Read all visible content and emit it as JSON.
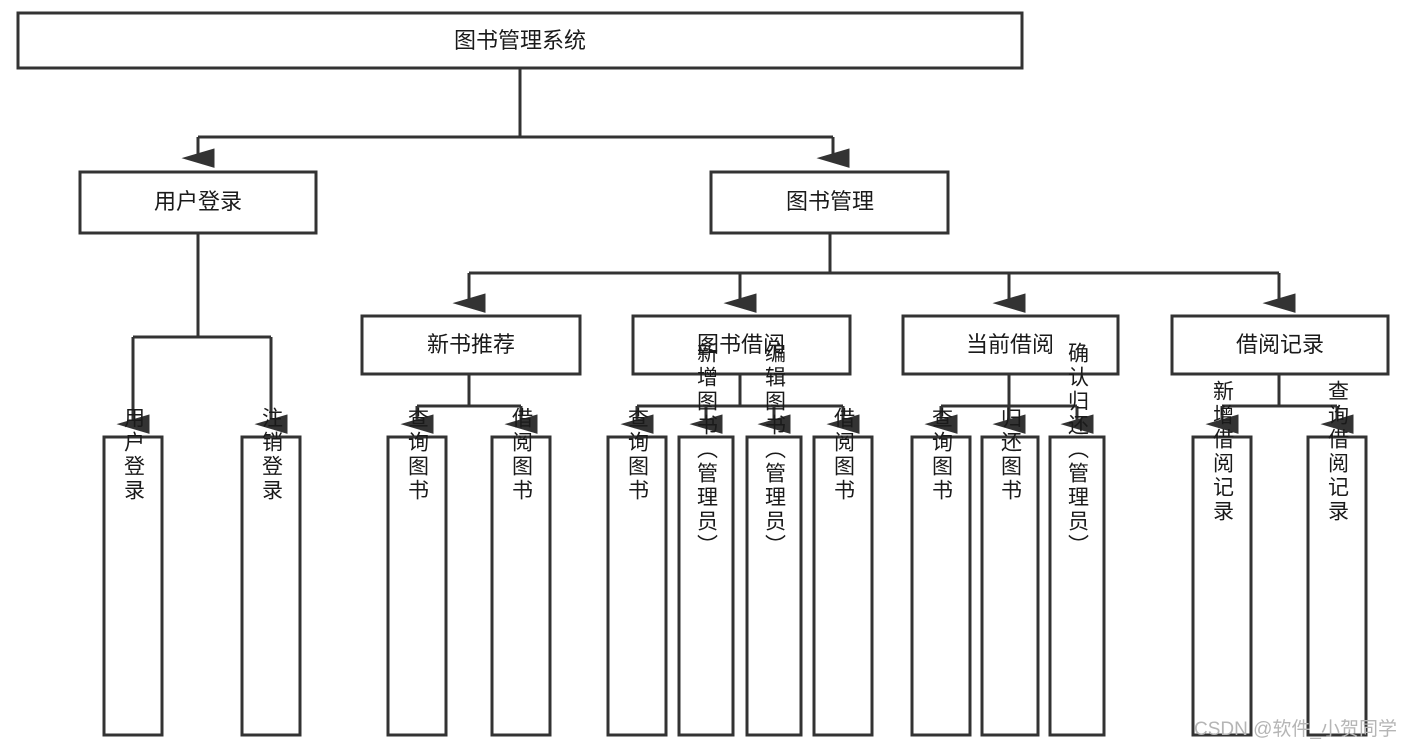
{
  "diagram": {
    "type": "tree",
    "title": "图书管理系统",
    "root": {
      "label": "图书管理系统"
    },
    "level1": [
      {
        "label": "用户登录"
      },
      {
        "label": "图书管理"
      }
    ],
    "level2": [
      {
        "label": "新书推荐"
      },
      {
        "label": "图书借阅"
      },
      {
        "label": "当前借阅"
      },
      {
        "label": "借阅记录"
      }
    ],
    "leaves": {
      "user_login": [
        {
          "label": "用户登录"
        },
        {
          "label": "注销登录"
        }
      ],
      "new_book_recommend": [
        {
          "label": "查询图书"
        },
        {
          "label": "借阅图书"
        }
      ],
      "book_borrow": [
        {
          "label": "查询图书"
        },
        {
          "label": "新增图书（管理员）"
        },
        {
          "label": "编辑图书（管理员）"
        },
        {
          "label": "借阅图书"
        }
      ],
      "current_borrow": [
        {
          "label": "查询图书"
        },
        {
          "label": "归还图书"
        },
        {
          "label": "确认归还（管理员）"
        }
      ],
      "borrow_record": [
        {
          "label": "新增借阅记录"
        },
        {
          "label": "查询借阅记录"
        }
      ]
    },
    "colors": {
      "box_stroke": "#333333",
      "box_fill": "#ffffff",
      "connector": "#333333",
      "text": "#1a1a1a",
      "watermark": "#b5b5b5",
      "background": "#ffffff"
    }
  },
  "watermark": {
    "text": "CSDN @软件_小贺同学"
  }
}
